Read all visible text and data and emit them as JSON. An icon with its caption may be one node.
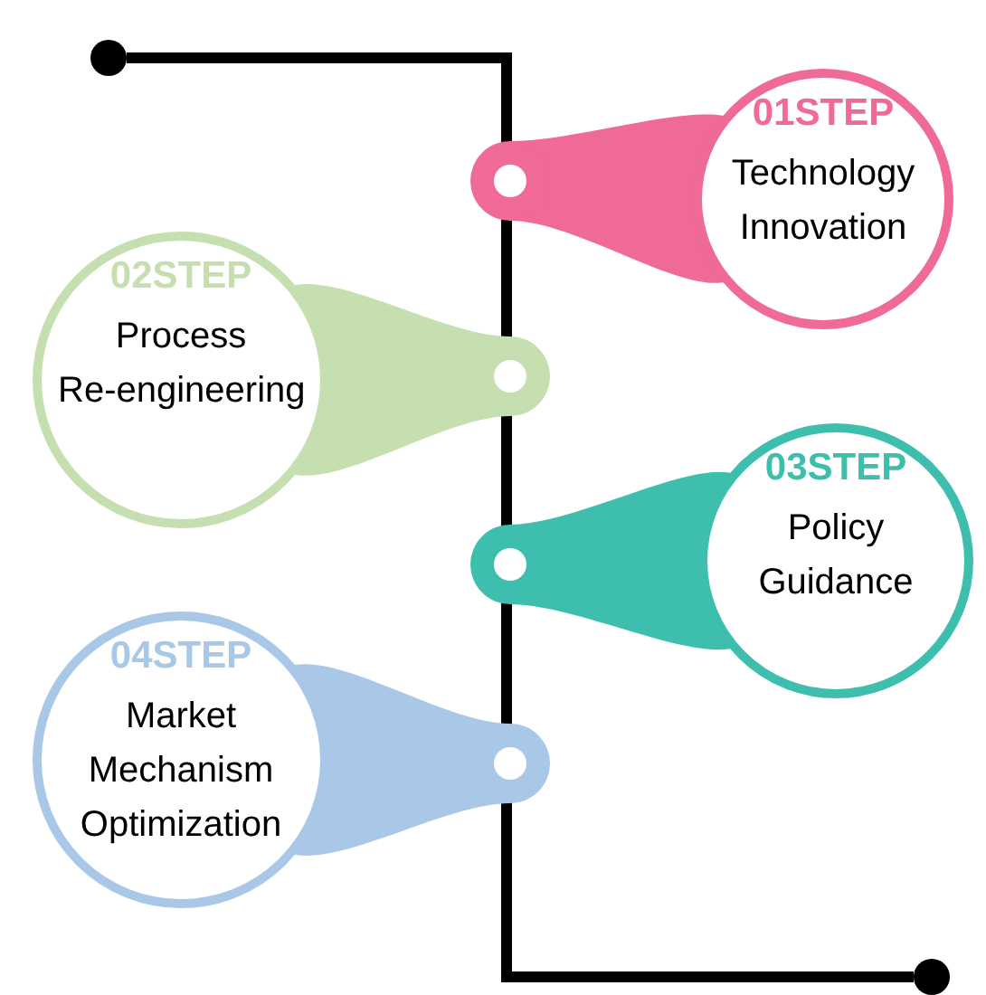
{
  "diagram": {
    "nodes": [
      {
        "text": [
          "01STEP",
          "Technology Innovation"
        ]
      },
      {
        "text": [
          "02STEP",
          "Process Re-engineering"
        ]
      },
      {
        "text": [
          "03STEP",
          "Policy Guidance"
        ]
      },
      {
        "text": [
          "04STEP",
          "Market Mechanism Optimization"
        ]
      },
      {
        "text": [],
        "shape": "circle"
      },
      {
        "text": [],
        "shape": "circle"
      }
    ],
    "edges": [
      {
        "from": 4,
        "to": 5,
        "arrow": "none"
      }
    ]
  }
}
